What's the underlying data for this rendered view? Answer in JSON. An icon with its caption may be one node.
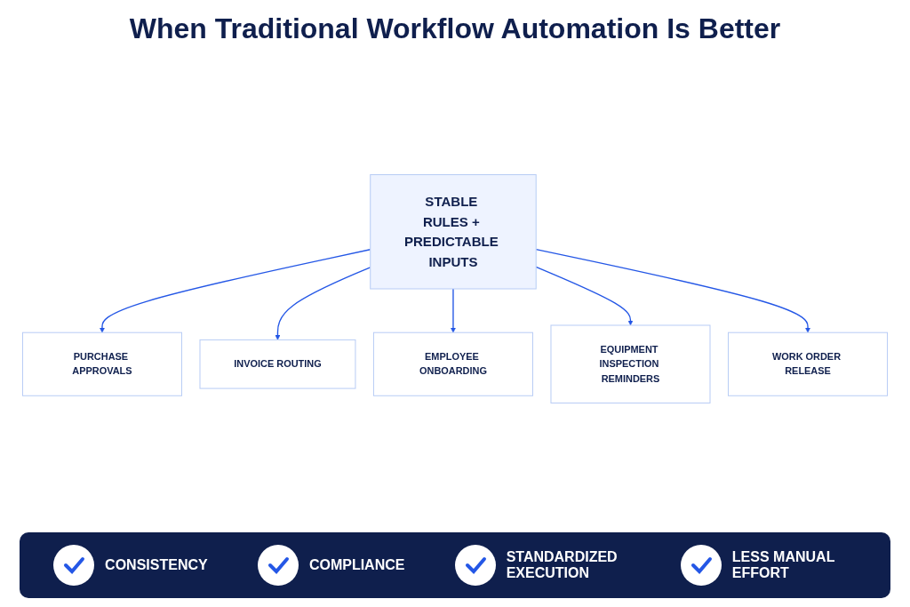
{
  "diagram": {
    "title": "When Traditional Workflow Automation Is Better",
    "nodes": [
      {
        "text": [
          "STABLE RULES + PREDICTABLE INPUTS"
        ]
      },
      {
        "text": [
          "PURCHASE APPROVALS"
        ]
      },
      {
        "text": [
          "INVOICE ROUTING"
        ]
      },
      {
        "text": [
          "EMPLOYEE ONBOARDING"
        ]
      },
      {
        "text": [
          "EQUIPMENT INSPECTION REMINDERS"
        ]
      },
      {
        "text": [
          "WORK ORDER RELEASE"
        ]
      }
    ],
    "edges": [
      {
        "from": 0,
        "to": 1,
        "arrow": "to"
      },
      {
        "from": 0,
        "to": 2,
        "arrow": "to"
      },
      {
        "from": 0,
        "to": 3,
        "arrow": "to"
      },
      {
        "from": 0,
        "to": 4,
        "arrow": "to"
      },
      {
        "from": 0,
        "to": 5,
        "arrow": "to"
      }
    ],
    "labels": [
      "CONSISTENCY",
      "COMPLIANCE",
      "STANDARDIZED EXECUTION",
      "LESS MANUAL EFFORT"
    ]
  }
}
